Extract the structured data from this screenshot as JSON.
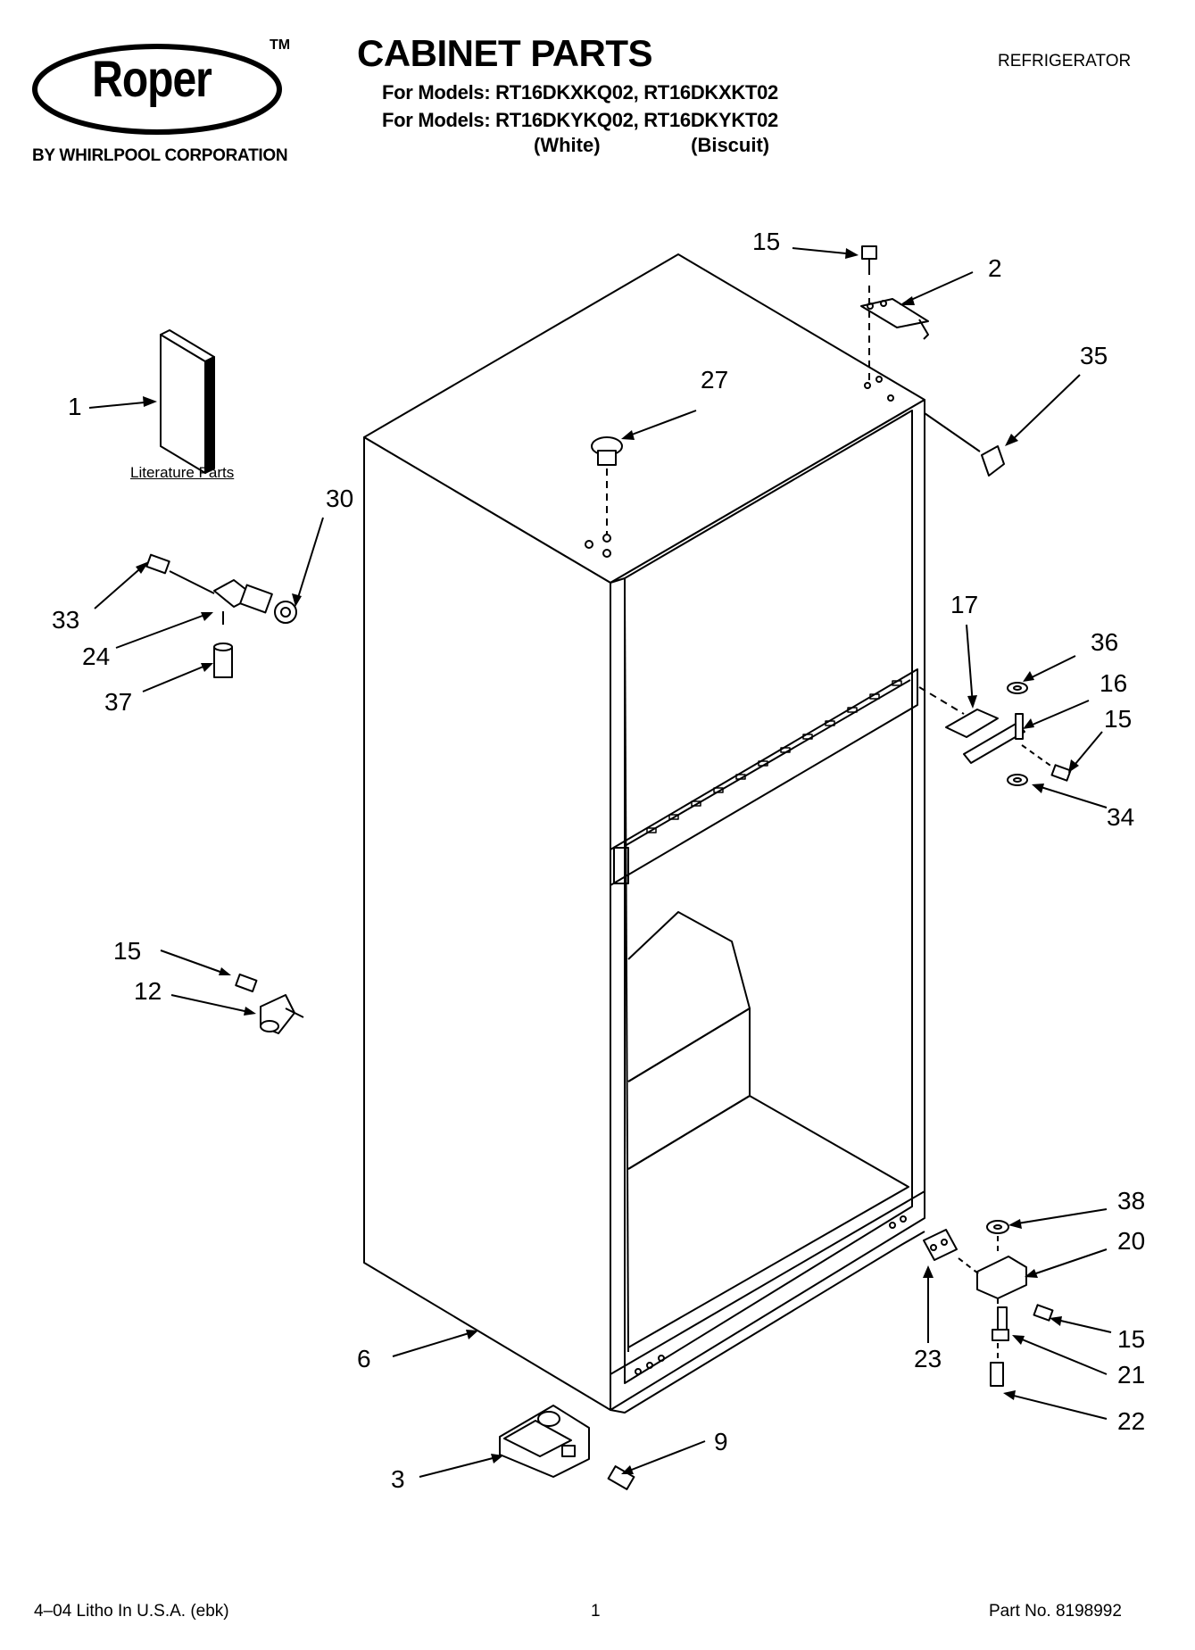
{
  "brand": {
    "logo": "Roper",
    "trademark": "TM",
    "byline": "BY WHIRLPOOL CORPORATION"
  },
  "header": {
    "title": "CABINET PARTS",
    "model_line_1": "For Models: RT16DKXKQ02, RT16DKXKT02",
    "model_line_2": "For Models: RT16DKYKQ02, RT16DKYKT02",
    "color_1": "(White)",
    "color_2": "(Biscuit)",
    "category": "REFRIGERATOR"
  },
  "literature": {
    "caption": "Literature Parts"
  },
  "callouts": {
    "c1": "1",
    "c2": "2",
    "c3": "3",
    "c6": "6",
    "c9": "9",
    "c12": "12",
    "c15a": "15",
    "c15b": "15",
    "c15c": "15",
    "c15d": "15",
    "c16": "16",
    "c17": "17",
    "c20": "20",
    "c21": "21",
    "c22": "22",
    "c23": "23",
    "c24": "24",
    "c27": "27",
    "c30": "30",
    "c33": "33",
    "c34": "34",
    "c35": "35",
    "c36": "36",
    "c37": "37",
    "c38": "38"
  },
  "footer": {
    "litho": "4–04 Litho In U.S.A. (ebk)",
    "page": "1",
    "part_no": "Part No. 8198992"
  }
}
